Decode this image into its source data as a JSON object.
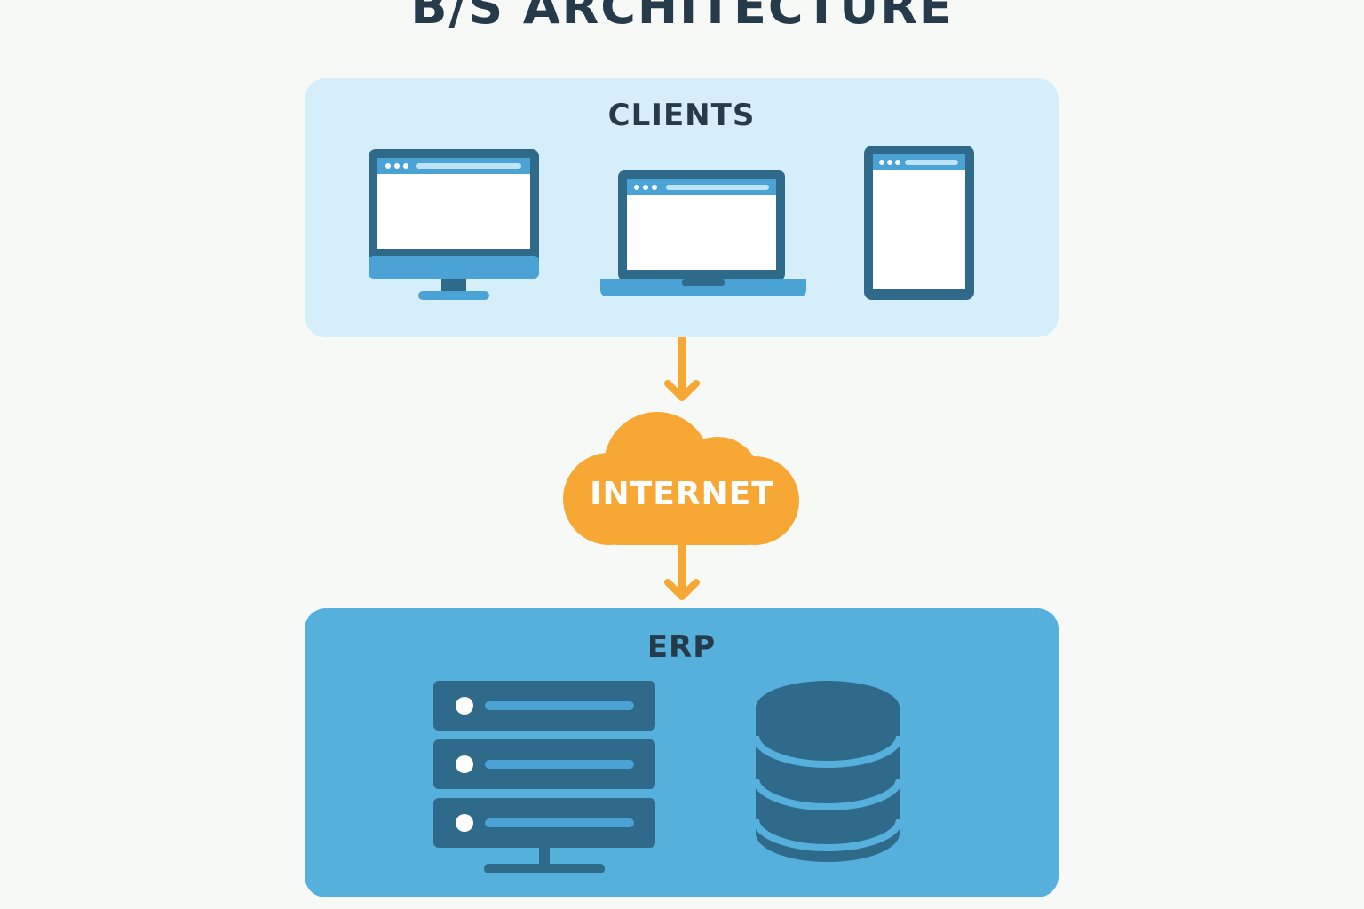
{
  "title": "B/S ARCHITECTURE",
  "clients": {
    "label": "CLIENTS",
    "devices": [
      "desktop-icon",
      "laptop-icon",
      "tablet-icon"
    ]
  },
  "internet": {
    "label": "INTERNET"
  },
  "erp": {
    "label": "ERP",
    "components": [
      "server-rack-icon",
      "database-icon"
    ]
  },
  "colors": {
    "background": "#f7f9f7",
    "clients_panel": "#d6eef9",
    "erp_panel": "#55b0dc",
    "device_frame": "#2f6a8b",
    "device_accent": "#4aa3d4",
    "arrow": "#f7a733",
    "cloud": "#f7a733",
    "dark_text": "#253a4a",
    "server_dark": "#2f6a8b"
  }
}
